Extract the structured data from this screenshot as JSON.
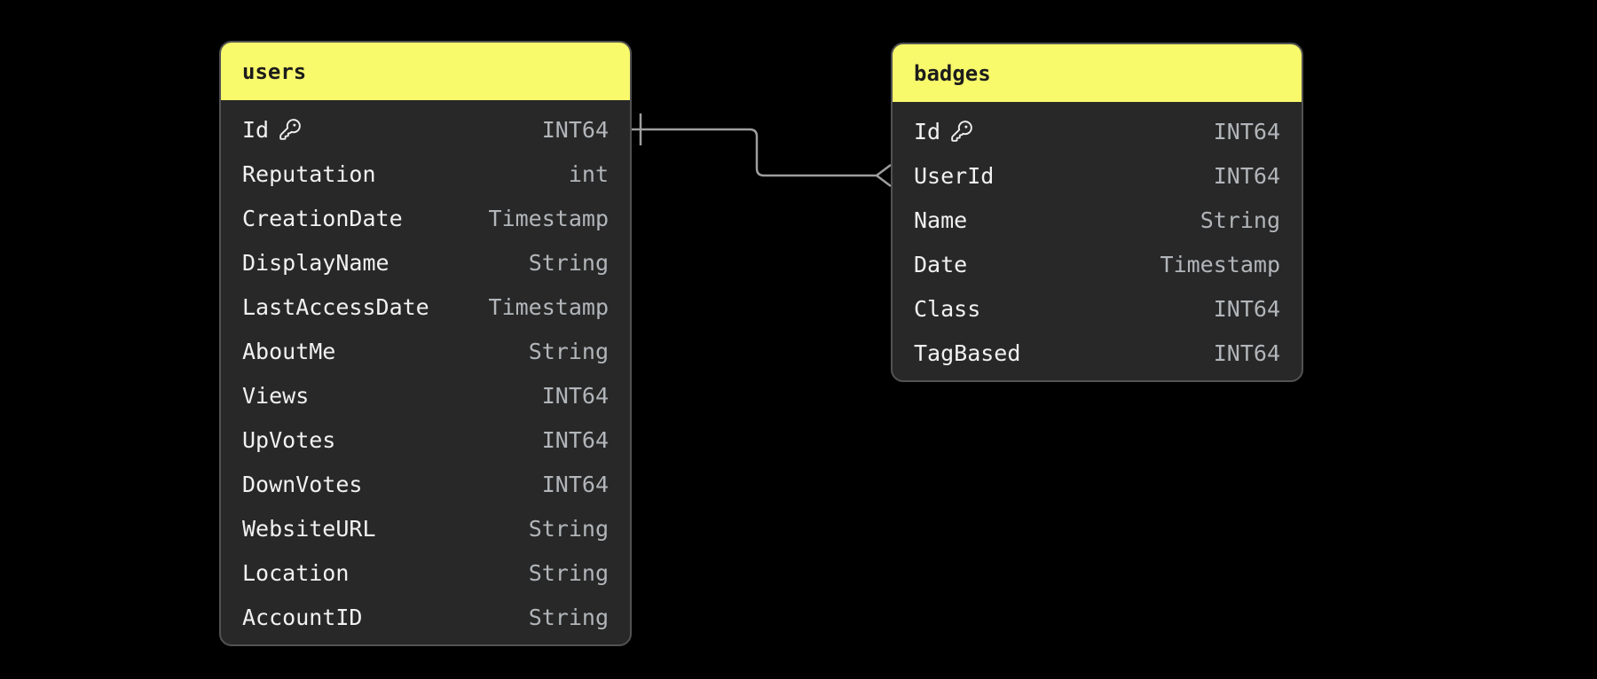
{
  "diagram": {
    "background_color": "#000000",
    "table_body_color": "#282828",
    "table_border_color": "#525252",
    "header_color": "#f8f96b",
    "header_text_color": "#1c1c1c",
    "field_text_color": "#f1f1f1",
    "type_text_color": "#b2b6ba",
    "connector_color": "#9e9e9e"
  },
  "tables": [
    {
      "name": "users",
      "fields": [
        {
          "name": "Id",
          "type": "INT64",
          "primary_key": true
        },
        {
          "name": "Reputation",
          "type": "int",
          "primary_key": false
        },
        {
          "name": "CreationDate",
          "type": "Timestamp",
          "primary_key": false
        },
        {
          "name": "DisplayName",
          "type": "String",
          "primary_key": false
        },
        {
          "name": "LastAccessDate",
          "type": "Timestamp",
          "primary_key": false
        },
        {
          "name": "AboutMe",
          "type": "String",
          "primary_key": false
        },
        {
          "name": "Views",
          "type": "INT64",
          "primary_key": false
        },
        {
          "name": "UpVotes",
          "type": "INT64",
          "primary_key": false
        },
        {
          "name": "DownVotes",
          "type": "INT64",
          "primary_key": false
        },
        {
          "name": "WebsiteURL",
          "type": "String",
          "primary_key": false
        },
        {
          "name": "Location",
          "type": "String",
          "primary_key": false
        },
        {
          "name": "AccountID",
          "type": "String",
          "primary_key": false
        }
      ]
    },
    {
      "name": "badges",
      "fields": [
        {
          "name": "Id",
          "type": "INT64",
          "primary_key": true
        },
        {
          "name": "UserId",
          "type": "INT64",
          "primary_key": false
        },
        {
          "name": "Name",
          "type": "String",
          "primary_key": false
        },
        {
          "name": "Date",
          "type": "Timestamp",
          "primary_key": false
        },
        {
          "name": "Class",
          "type": "INT64",
          "primary_key": false
        },
        {
          "name": "TagBased",
          "type": "INT64",
          "primary_key": false
        }
      ]
    }
  ],
  "relationships": [
    {
      "from_table": "users",
      "from_field": "Id",
      "to_table": "badges",
      "to_field": "UserId",
      "cardinality": "one-to-many"
    }
  ]
}
